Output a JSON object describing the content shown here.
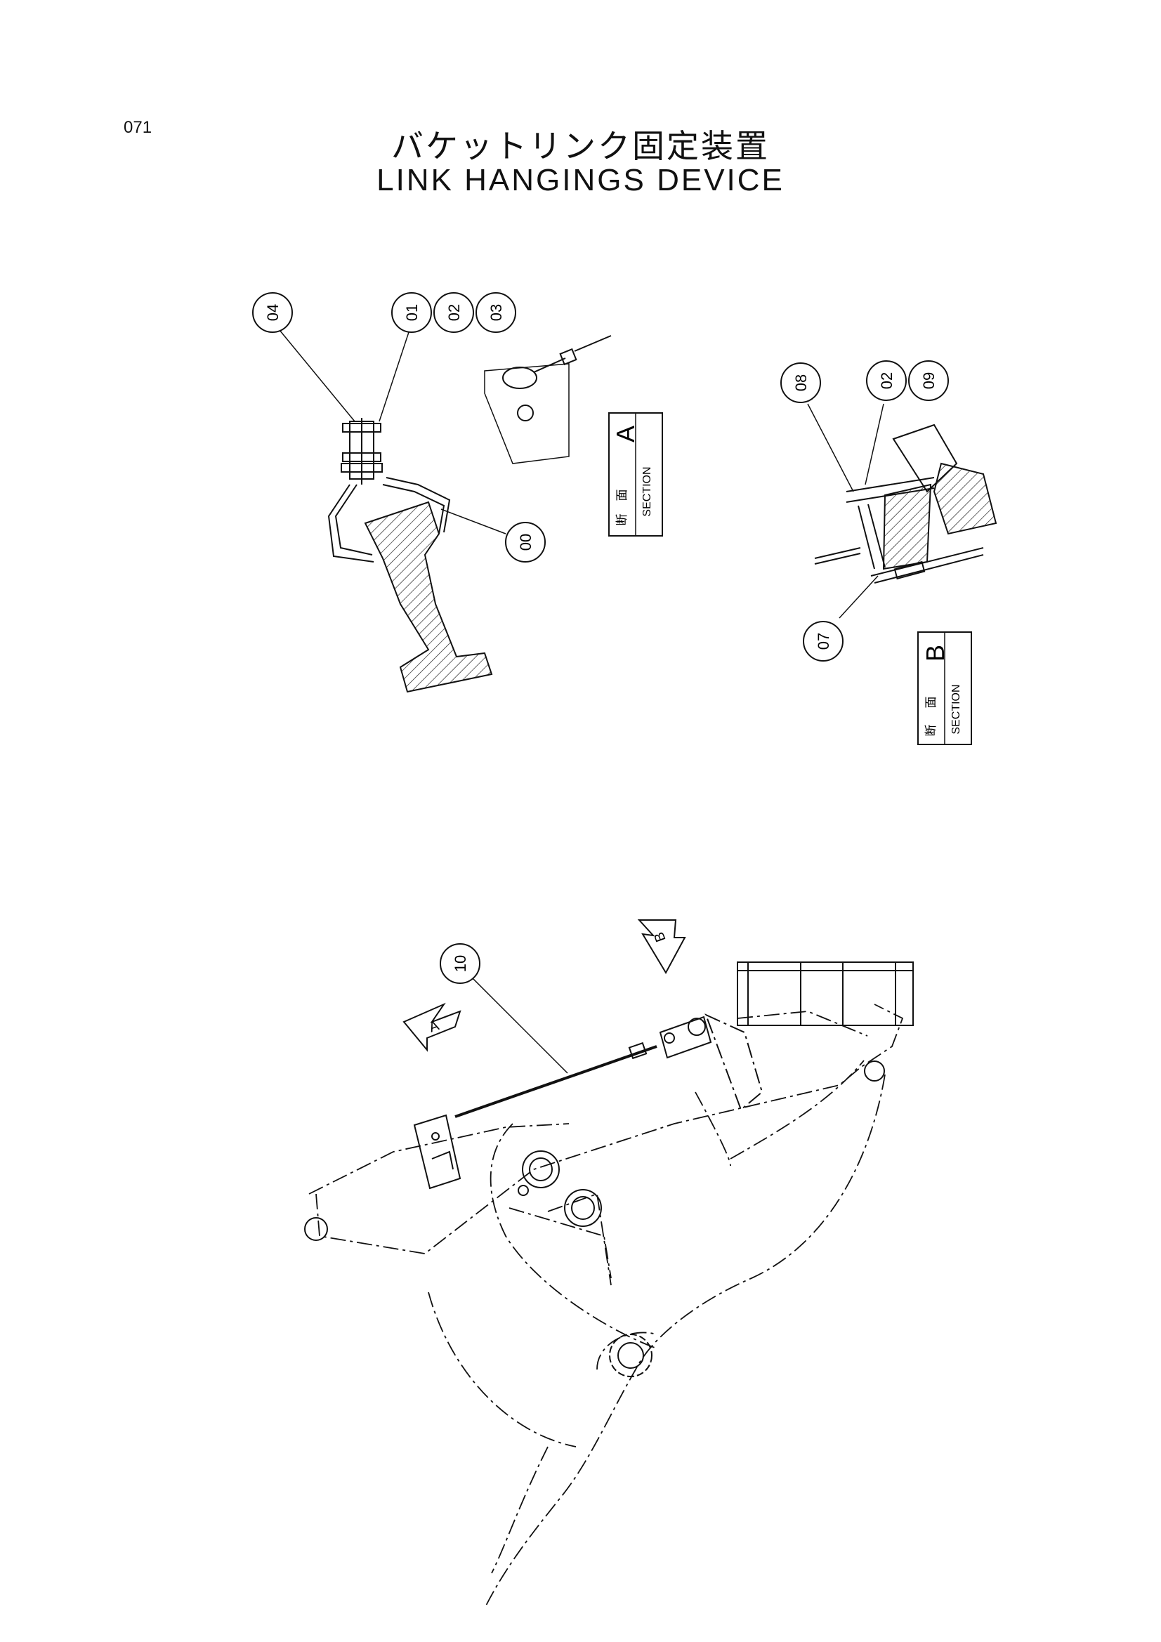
{
  "page_number": "071",
  "title": {
    "japanese": "バケットリンク固定装置",
    "english": "LINK HANGINGS DEVICE"
  },
  "callouts": {
    "c04": "04",
    "c01": "01",
    "c02a": "02",
    "c03": "03",
    "c00": "00",
    "c08": "08",
    "c02b": "02",
    "c09": "09",
    "c07": "07",
    "c10": "10"
  },
  "section_a": {
    "kanji_1": "断",
    "kanji_2": "面",
    "label": "SECTION",
    "letter": "A"
  },
  "section_b": {
    "kanji_1": "断",
    "kanji_2": "面",
    "label": "SECTION",
    "letter": "B"
  },
  "view_arrows": {
    "a": "A",
    "b": "B"
  }
}
